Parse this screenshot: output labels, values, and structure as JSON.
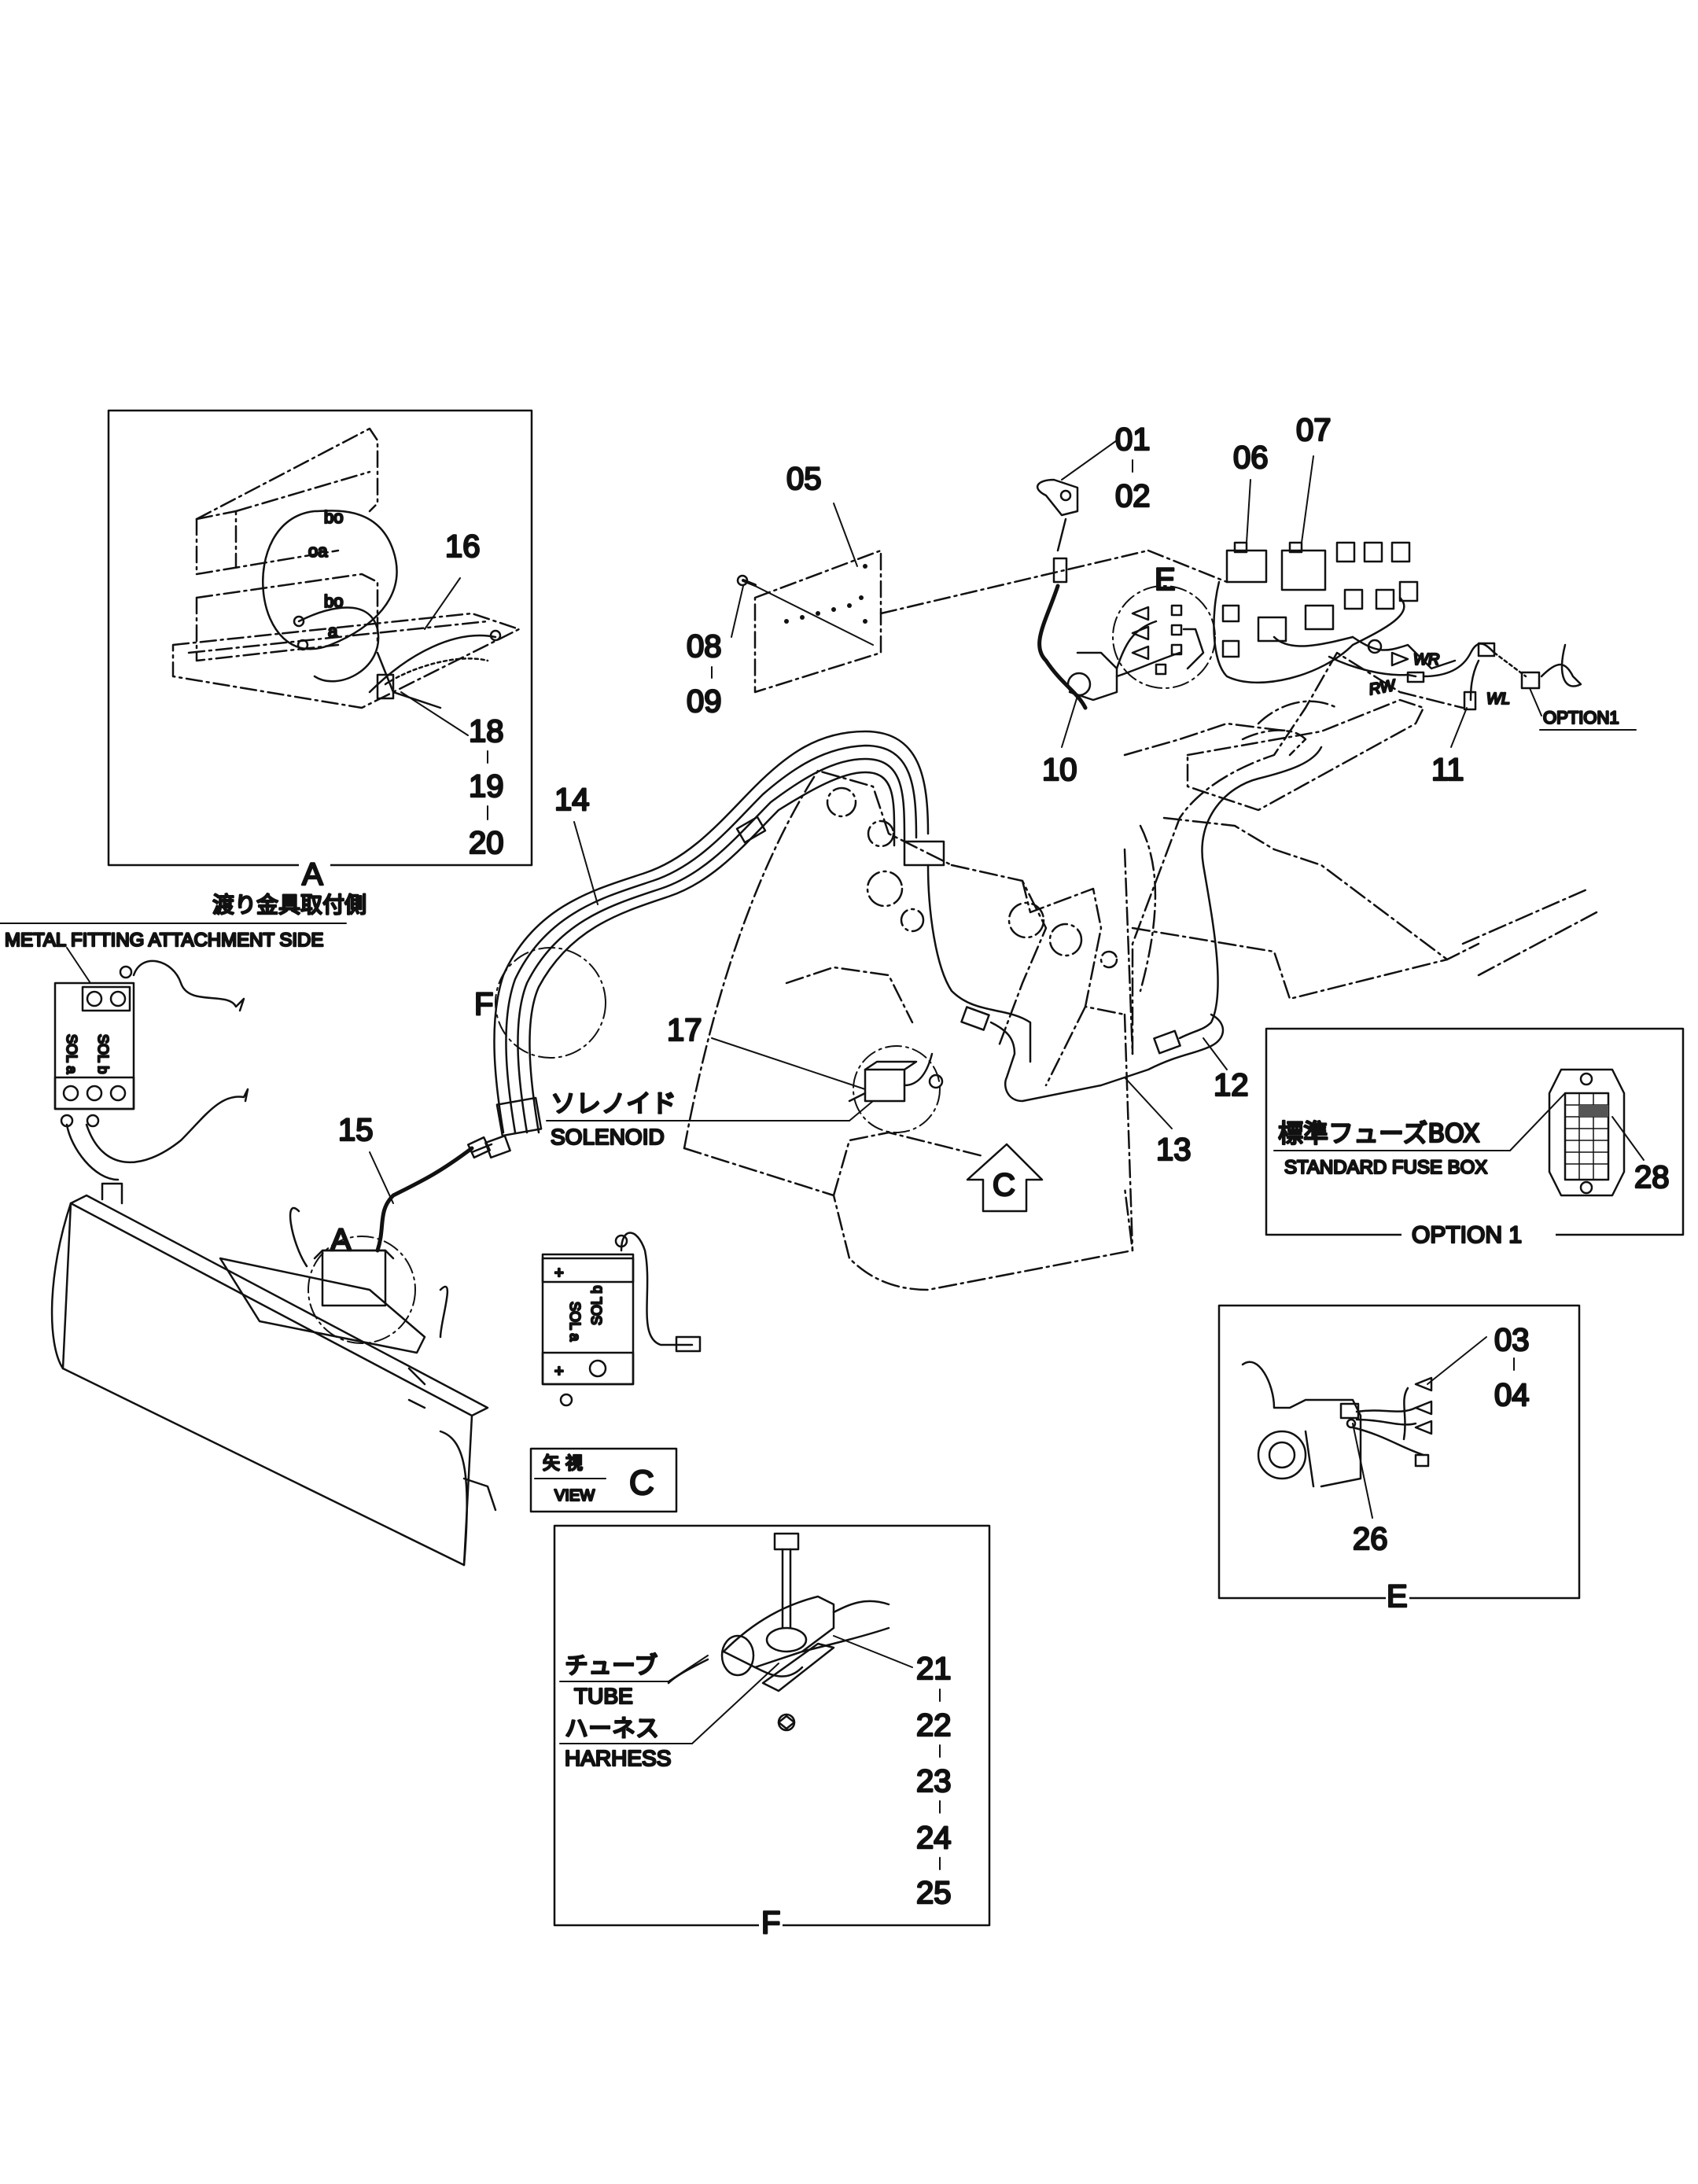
{
  "part_labels": {
    "p01": "01",
    "p02": "02",
    "p03": "03",
    "p04": "04",
    "p05": "05",
    "p06": "06",
    "p07": "07",
    "p08": "08",
    "p09": "09",
    "p10": "10",
    "p11": "11",
    "p12": "12",
    "p13": "13",
    "p14": "14",
    "p15": "15",
    "p16": "16",
    "p17": "17",
    "p18": "18",
    "p19": "19",
    "p20": "20",
    "p21": "21",
    "p22": "22",
    "p23": "23",
    "p24": "24",
    "p25": "25",
    "p26": "26",
    "p28": "28"
  },
  "detail_views": {
    "a": "A",
    "a_callout": "A",
    "e": "E",
    "e_callout": "E",
    "f": "F",
    "f_callout": "F",
    "c_arrow": "C",
    "option1_frame": "OPTION 1",
    "option1_tag": "OPTION1"
  },
  "annotations": {
    "metal_fitting_jp": "渡り金具取付側",
    "metal_fitting_en": "METAL FITTING ATTACHMENT SIDE",
    "solenoid_jp": "ソレノイド",
    "solenoid_en": "SOLENOID",
    "fuse_box_jp": "標準フューズBOX",
    "fuse_box_en": "STANDARD FUSE  BOX",
    "view_jp": "矢 視",
    "view_en": "VIEW",
    "view_letter": "C",
    "tube_jp": "チューブ",
    "tube_en": "TUBE",
    "harness_jp": "ハーネス",
    "harness_en": "HARHESS"
  },
  "wire_codes": {
    "wr": "WR",
    "rw": "RW",
    "wl": "WL",
    "bo1": "bo",
    "ao1": "oa",
    "bo2": "bo",
    "ao2": "a"
  },
  "solenoid_box": {
    "sol_a": "SOL a",
    "sol_b": "SOL b",
    "plus": "+"
  }
}
